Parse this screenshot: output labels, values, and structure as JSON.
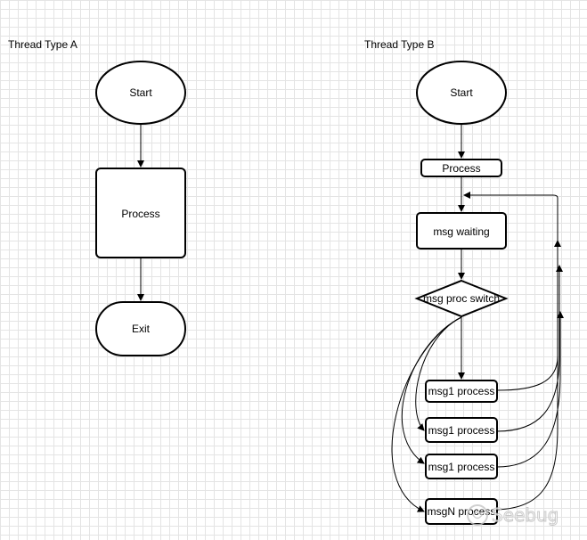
{
  "diagram_a": {
    "title": "Thread Type A",
    "start_label": "Start",
    "process_label": "Process",
    "exit_label": "Exit"
  },
  "diagram_b": {
    "title": "Thread Type B",
    "start_label": "Start",
    "process_label": "Process",
    "waiting_label": "msg waiting",
    "switch_label": "msg proc switch",
    "msg_process_labels": [
      "msg1 process",
      "msg1 process",
      "msg1 process",
      "msgN process"
    ]
  },
  "watermark": {
    "text": "Seebug"
  }
}
